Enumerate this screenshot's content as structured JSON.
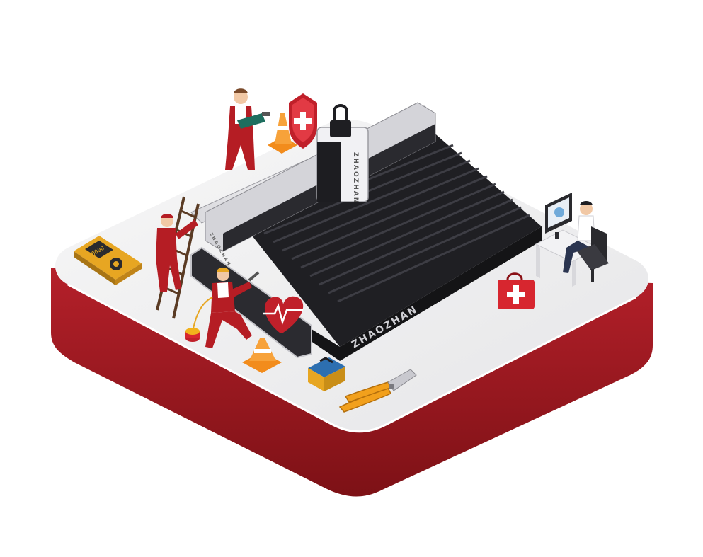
{
  "machine": {
    "brand_front": "ZHAOZHAN",
    "brand_gantry": "ZHAOZHAN",
    "brand_side": "ZHAOZHAN"
  },
  "multimeter": {
    "display": "0000"
  },
  "colors": {
    "platform_red": "#9e1a1f",
    "platform_top": "#efefef",
    "machine_dark": "#1b1b1e",
    "uniform_red": "#b51d24",
    "cone_orange": "#f28c1c",
    "accent_yellow": "#f2b21c"
  },
  "icons": [
    "shield-cross-icon",
    "padlock-icon",
    "heartbeat-icon",
    "first-aid-kit-icon",
    "traffic-cone-icon",
    "multimeter-icon",
    "toolbox-icon",
    "pliers-icon",
    "computer-monitor-icon",
    "office-chair-icon"
  ]
}
